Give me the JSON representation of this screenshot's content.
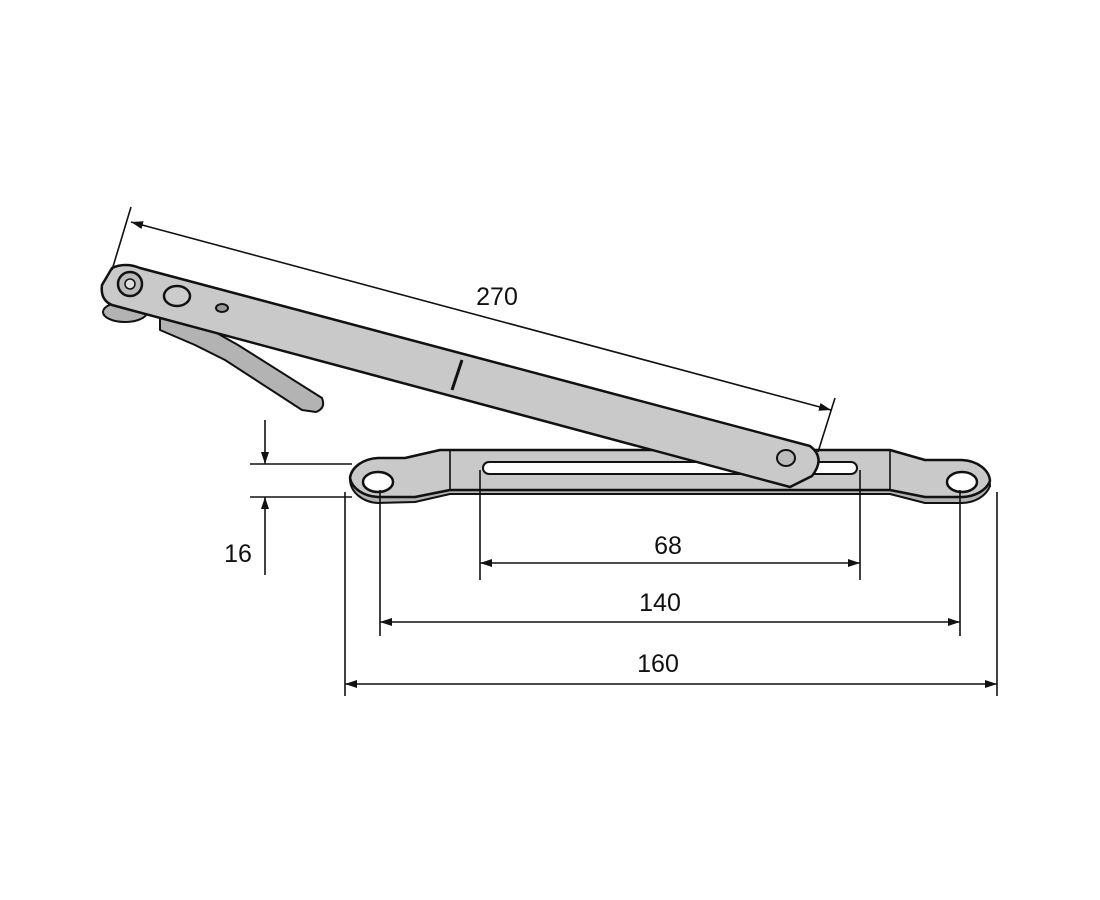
{
  "drawing": {
    "dimensions": {
      "arm_length": "270",
      "plate_height": "16",
      "slot_length": "68",
      "hole_spacing": "140",
      "overall_length": "160"
    },
    "colors": {
      "part_fill": "#c9c9c9",
      "line": "#111111"
    }
  }
}
